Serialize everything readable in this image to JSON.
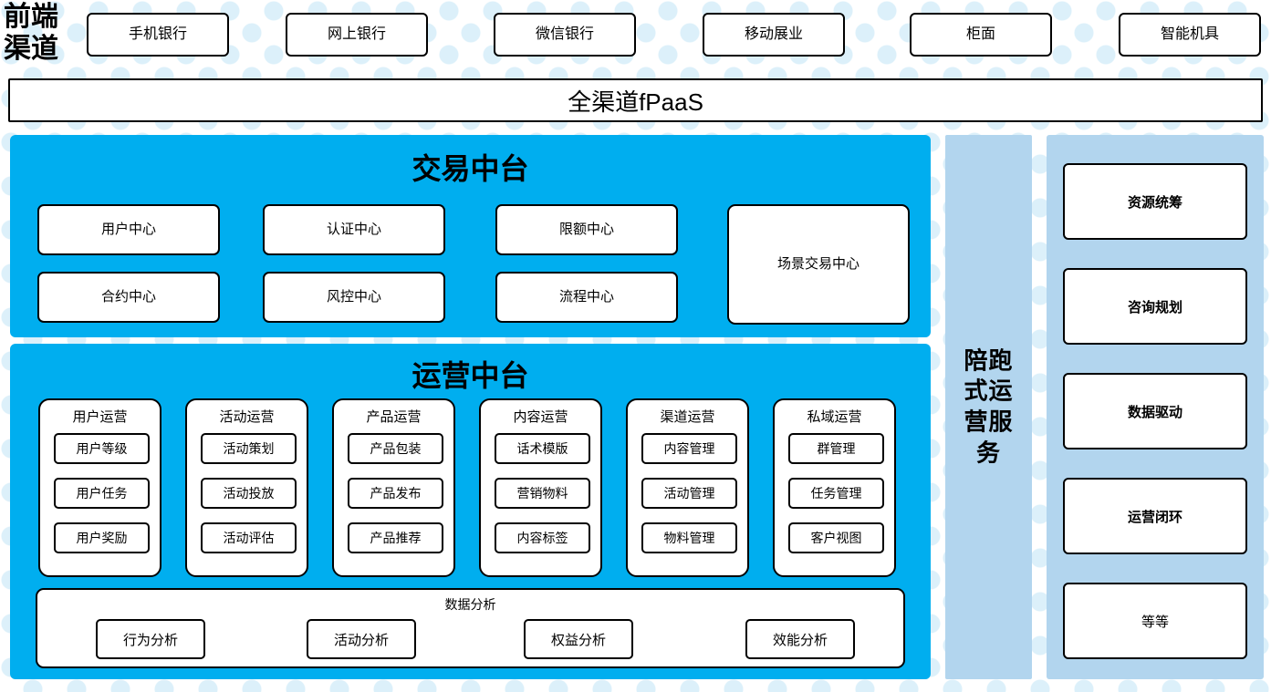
{
  "colors": {
    "panel_blue": "#00AEEF",
    "sidebar_blue": "#B2D5EE",
    "dot_blue": "#DCF0FA",
    "border": "#000000",
    "card_bg": "#FFFFFF"
  },
  "front_channel": {
    "label": "前端\n渠道",
    "boxes": [
      {
        "label": "手机银行"
      },
      {
        "label": "网上银行"
      },
      {
        "label": "微信银行"
      },
      {
        "label": "移动展业"
      },
      {
        "label": "柜面"
      },
      {
        "label": "智能机具"
      }
    ]
  },
  "fpaas": {
    "label": "全渠道fPaaS"
  },
  "trade_center": {
    "title": "交易中台",
    "cards": [
      {
        "label": "用户中心"
      },
      {
        "label": "认证中心"
      },
      {
        "label": "限额中心"
      },
      {
        "label": "合约中心"
      },
      {
        "label": "风控中心"
      },
      {
        "label": "流程中心"
      }
    ],
    "scene_card": {
      "label": "场景交易中心"
    }
  },
  "ops_center": {
    "title": "运营中台",
    "columns": [
      {
        "title": "用户运营",
        "items": [
          "用户等级",
          "用户任务",
          "用户奖励"
        ]
      },
      {
        "title": "活动运营",
        "items": [
          "活动策划",
          "活动投放",
          "活动评估"
        ]
      },
      {
        "title": "产品运营",
        "items": [
          "产品包装",
          "产品发布",
          "产品推荐"
        ]
      },
      {
        "title": "内容运营",
        "items": [
          "话术模版",
          "营销物料",
          "内容标签"
        ]
      },
      {
        "title": "渠道运营",
        "items": [
          "内容管理",
          "活动管理",
          "物料管理"
        ]
      },
      {
        "title": "私域运营",
        "items": [
          "群管理",
          "任务管理",
          "客户视图"
        ]
      }
    ],
    "data_analysis": {
      "title": "数据分析",
      "items": [
        "行为分析",
        "活动分析",
        "权益分析",
        "效能分析"
      ]
    }
  },
  "accompany_service": {
    "label": "陪跑式运营服务"
  },
  "capabilities": {
    "cards": [
      {
        "label": "资源统筹",
        "bold": true
      },
      {
        "label": "咨询规划",
        "bold": true
      },
      {
        "label": "数据驱动",
        "bold": true
      },
      {
        "label": "运营闭环",
        "bold": true
      },
      {
        "label": "等等",
        "bold": false
      }
    ]
  }
}
